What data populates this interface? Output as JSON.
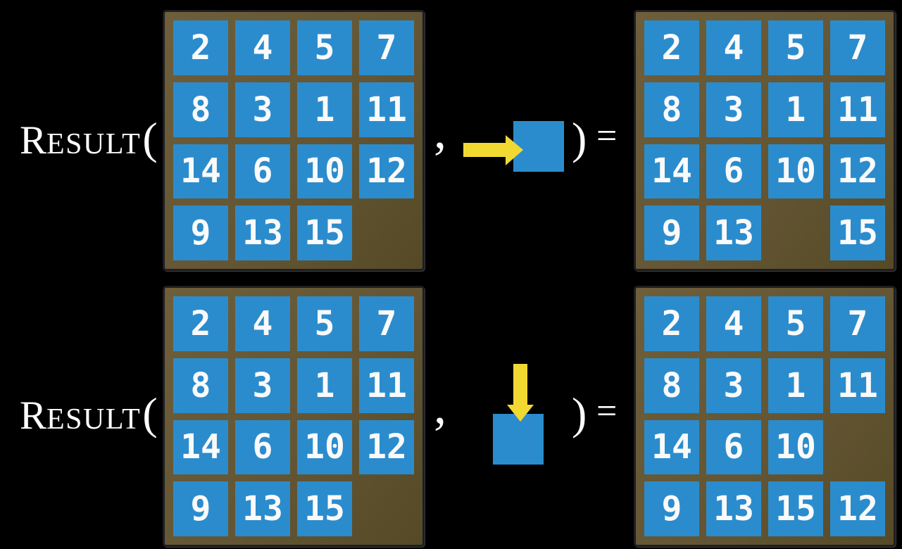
{
  "colors": {
    "background": "#000000",
    "text": "#ffffff",
    "tile_blue": "#2b8ccd",
    "tile_number": "#fafafa",
    "board_brown_light": "#6e5e3a",
    "board_brown_mid": "#645634",
    "board_brown_dark": "#564a26",
    "board_border": "#1e1e22",
    "arrow_yellow": "#f2d932"
  },
  "rows": [
    {
      "function_name_initial": "R",
      "function_name_rest": "ESULT",
      "open_paren": "(",
      "comma": ",",
      "action_icon": "slide-tile-right-icon",
      "close_paren": ")",
      "equals_sign": "=",
      "input_board": [
        [
          "2",
          "4",
          "5",
          "7"
        ],
        [
          "8",
          "3",
          "1",
          "11"
        ],
        [
          "14",
          "6",
          "10",
          "12"
        ],
        [
          "9",
          "13",
          "15",
          ""
        ]
      ],
      "output_board": [
        [
          "2",
          "4",
          "5",
          "7"
        ],
        [
          "8",
          "3",
          "1",
          "11"
        ],
        [
          "14",
          "6",
          "10",
          "12"
        ],
        [
          "9",
          "13",
          "",
          "15"
        ]
      ]
    },
    {
      "function_name_initial": "R",
      "function_name_rest": "ESULT",
      "open_paren": "(",
      "comma": ",",
      "action_icon": "slide-tile-down-icon",
      "close_paren": ")",
      "equals_sign": "=",
      "input_board": [
        [
          "2",
          "4",
          "5",
          "7"
        ],
        [
          "8",
          "3",
          "1",
          "11"
        ],
        [
          "14",
          "6",
          "10",
          "12"
        ],
        [
          "9",
          "13",
          "15",
          ""
        ]
      ],
      "output_board": [
        [
          "2",
          "4",
          "5",
          "7"
        ],
        [
          "8",
          "3",
          "1",
          "11"
        ],
        [
          "14",
          "6",
          "10",
          ""
        ],
        [
          "9",
          "13",
          "15",
          "12"
        ]
      ]
    }
  ]
}
